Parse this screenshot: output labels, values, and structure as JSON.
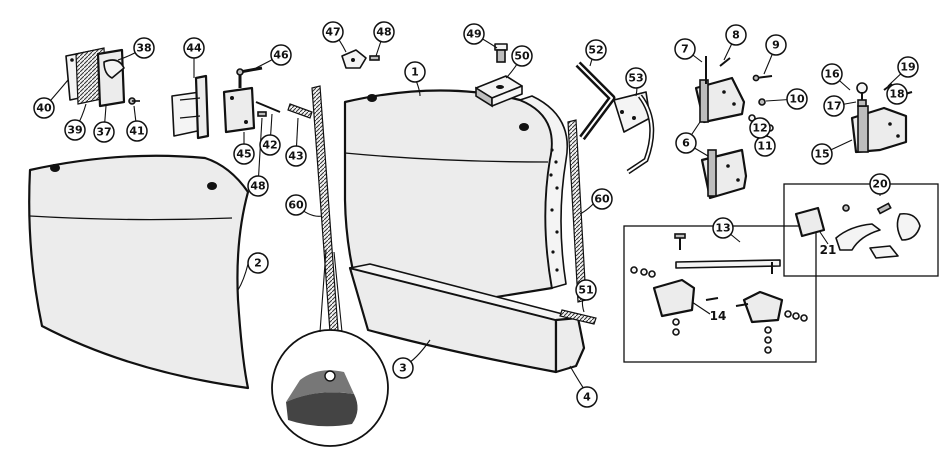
{
  "callouts": [
    {
      "id": "c1",
      "label": "1"
    },
    {
      "id": "c2",
      "label": "2"
    },
    {
      "id": "c3",
      "label": "3"
    },
    {
      "id": "c4",
      "label": "4"
    },
    {
      "id": "c6",
      "label": "6"
    },
    {
      "id": "c6b",
      "label": "6"
    },
    {
      "id": "c7",
      "label": "7"
    },
    {
      "id": "c8",
      "label": "8"
    },
    {
      "id": "c9",
      "label": "9"
    },
    {
      "id": "c10",
      "label": "10"
    },
    {
      "id": "c11",
      "label": "11"
    },
    {
      "id": "c12",
      "label": "12"
    },
    {
      "id": "c13",
      "label": "13"
    },
    {
      "id": "c15",
      "label": "15"
    },
    {
      "id": "c16",
      "label": "16"
    },
    {
      "id": "c17",
      "label": "17"
    },
    {
      "id": "c18",
      "label": "18"
    },
    {
      "id": "c19",
      "label": "19"
    },
    {
      "id": "c20",
      "label": "20"
    },
    {
      "id": "c37",
      "label": "37"
    },
    {
      "id": "c38",
      "label": "38"
    },
    {
      "id": "c39",
      "label": "39"
    },
    {
      "id": "c40",
      "label": "40"
    },
    {
      "id": "c41",
      "label": "41"
    },
    {
      "id": "c42",
      "label": "42"
    },
    {
      "id": "c43",
      "label": "43"
    },
    {
      "id": "c44",
      "label": "44"
    },
    {
      "id": "c45",
      "label": "45"
    },
    {
      "id": "c46",
      "label": "46"
    },
    {
      "id": "c47",
      "label": "47"
    },
    {
      "id": "c48",
      "label": "48"
    },
    {
      "id": "c48b",
      "label": "48"
    },
    {
      "id": "c49",
      "label": "49"
    },
    {
      "id": "c50",
      "label": "50"
    },
    {
      "id": "c51",
      "label": "51"
    },
    {
      "id": "c52",
      "label": "52"
    },
    {
      "id": "c53",
      "label": "53"
    },
    {
      "id": "c60",
      "label": "60"
    },
    {
      "id": "c60b",
      "label": "60"
    }
  ],
  "plain_labels": [
    {
      "id": "l14",
      "label": "14"
    },
    {
      "id": "l21",
      "label": "21"
    }
  ]
}
